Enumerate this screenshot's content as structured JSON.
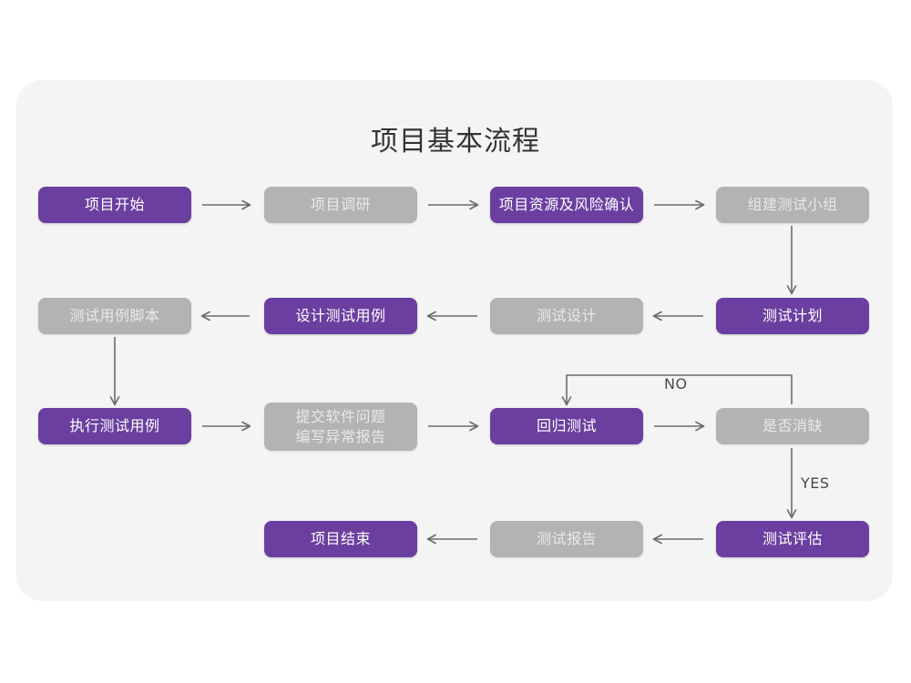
{
  "title": "项目基本流程",
  "colors": {
    "purple": "#6b3fa0",
    "gray": "#b3b3b3",
    "card_bg": "#f4f4f4",
    "page_bg": "#ffffff",
    "line": "#6b6b6b",
    "title_text": "#333333"
  },
  "nodes": [
    {
      "id": "n1",
      "label": "项目开始",
      "style": "purple"
    },
    {
      "id": "n2",
      "label": "项目调研",
      "style": "gray"
    },
    {
      "id": "n3",
      "label": "项目资源及风险确认",
      "style": "purple"
    },
    {
      "id": "n4",
      "label": "组建测试小组",
      "style": "gray"
    },
    {
      "id": "n5",
      "label": "测试用例脚本",
      "style": "gray"
    },
    {
      "id": "n6",
      "label": "设计测试用例",
      "style": "purple"
    },
    {
      "id": "n7",
      "label": "测试设计",
      "style": "gray"
    },
    {
      "id": "n8",
      "label": "测试计划",
      "style": "purple"
    },
    {
      "id": "n9",
      "label": "执行测试用例",
      "style": "purple"
    },
    {
      "id": "n10",
      "label": "提交软件问题\n编写异常报告",
      "style": "gray"
    },
    {
      "id": "n11",
      "label": "回归测试",
      "style": "purple"
    },
    {
      "id": "n12",
      "label": "是否消缺",
      "style": "gray"
    },
    {
      "id": "n13",
      "label": "项目结束",
      "style": "purple"
    },
    {
      "id": "n14",
      "label": "测试报告",
      "style": "gray"
    },
    {
      "id": "n15",
      "label": "测试评估",
      "style": "purple"
    }
  ],
  "edge_labels": {
    "no": "NO",
    "yes": "YES"
  }
}
